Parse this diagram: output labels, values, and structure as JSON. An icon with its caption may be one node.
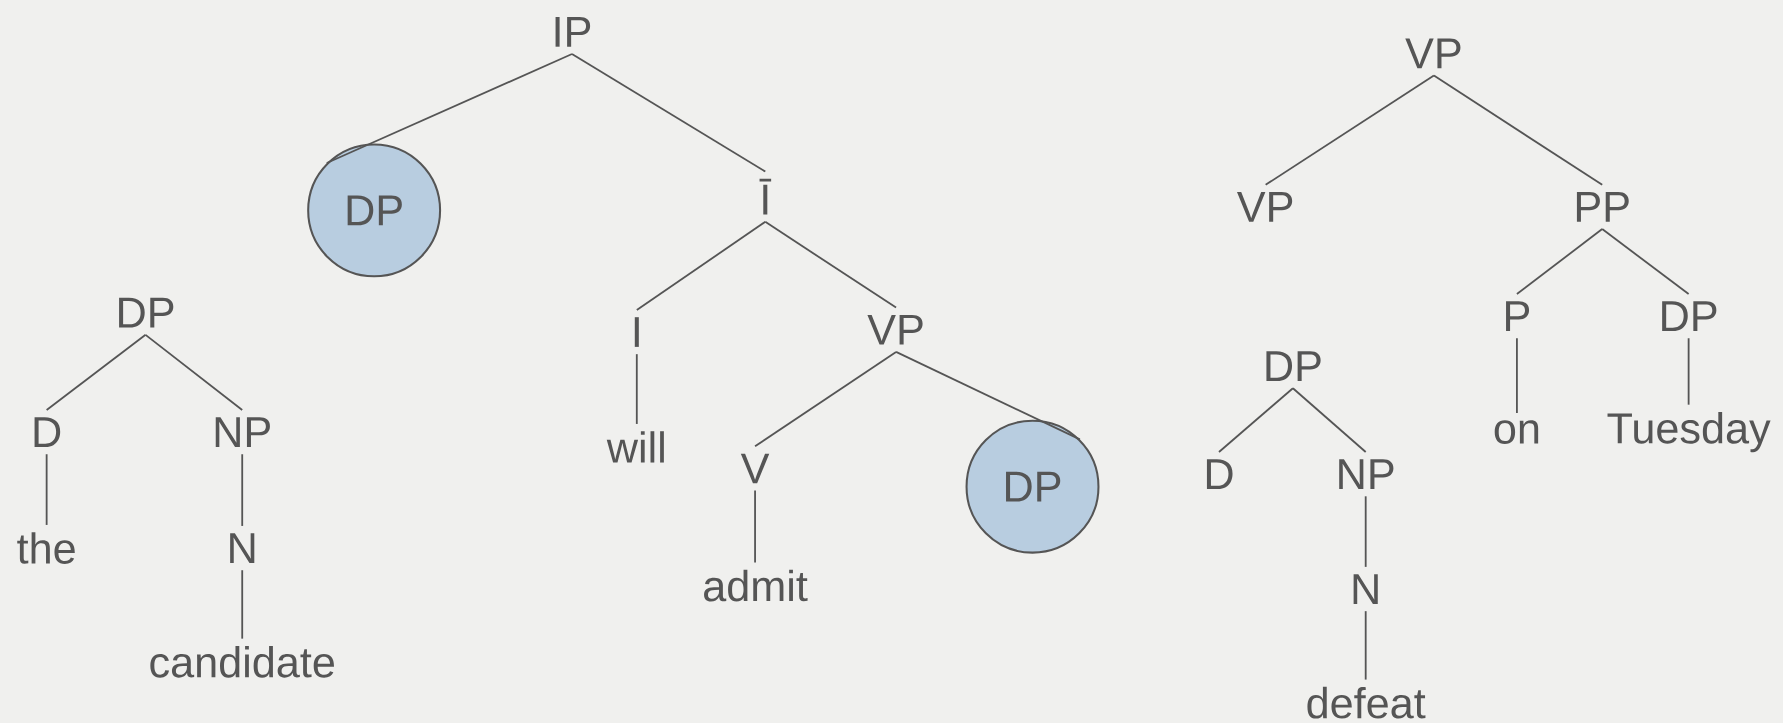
{
  "diagram": {
    "nodes": [
      {
        "text": [
          "IP"
        ]
      },
      {
        "text": [
          "DP"
        ]
      },
      {
        "text": [
          "Ī"
        ]
      },
      {
        "text": [
          "I"
        ]
      },
      {
        "text": [
          "VP"
        ]
      },
      {
        "text": [
          "will"
        ]
      },
      {
        "text": [
          "V"
        ]
      },
      {
        "text": [
          "DP"
        ]
      },
      {
        "text": [
          "admit"
        ]
      },
      {
        "text": [
          "DP"
        ]
      },
      {
        "text": [
          "D"
        ]
      },
      {
        "text": [
          "NP"
        ]
      },
      {
        "text": [
          "the"
        ]
      },
      {
        "text": [
          "N"
        ]
      },
      {
        "text": [
          "candidate"
        ]
      },
      {
        "text": [
          "VP"
        ]
      },
      {
        "text": [
          "VP"
        ]
      },
      {
        "text": [
          "PP"
        ]
      },
      {
        "text": [
          "P"
        ]
      },
      {
        "text": [
          "DP"
        ]
      },
      {
        "text": [
          "on"
        ]
      },
      {
        "text": [
          "Tuesday"
        ]
      },
      {
        "text": [
          "DP"
        ]
      },
      {
        "text": [
          "D"
        ]
      },
      {
        "text": [
          "NP"
        ]
      },
      {
        "text": [
          "N"
        ]
      },
      {
        "text": [
          "defeat"
        ]
      }
    ],
    "edges": [
      {
        "from": 0,
        "to": 1,
        "arrow": "none"
      },
      {
        "from": 0,
        "to": 2,
        "arrow": "none"
      },
      {
        "from": 2,
        "to": 3,
        "arrow": "none"
      },
      {
        "from": 2,
        "to": 4,
        "arrow": "none"
      },
      {
        "from": 3,
        "to": 5,
        "arrow": "none"
      },
      {
        "from": 4,
        "to": 6,
        "arrow": "none"
      },
      {
        "from": 4,
        "to": 7,
        "arrow": "none"
      },
      {
        "from": 6,
        "to": 8,
        "arrow": "none"
      },
      {
        "from": 9,
        "to": 10,
        "arrow": "none"
      },
      {
        "from": 9,
        "to": 11,
        "arrow": "none"
      },
      {
        "from": 10,
        "to": 12,
        "arrow": "none"
      },
      {
        "from": 11,
        "to": 13,
        "arrow": "none"
      },
      {
        "from": 13,
        "to": 14,
        "arrow": "none"
      },
      {
        "from": 15,
        "to": 16,
        "arrow": "none"
      },
      {
        "from": 15,
        "to": 17,
        "arrow": "none"
      },
      {
        "from": 17,
        "to": 18,
        "arrow": "none"
      },
      {
        "from": 17,
        "to": 19,
        "arrow": "none"
      },
      {
        "from": 18,
        "to": 20,
        "arrow": "none"
      },
      {
        "from": 19,
        "to": 21,
        "arrow": "none"
      },
      {
        "from": 22,
        "to": 23,
        "arrow": "none"
      },
      {
        "from": 22,
        "to": 24,
        "arrow": "none"
      },
      {
        "from": 24,
        "to": 25,
        "arrow": "none"
      },
      {
        "from": 25,
        "to": 26,
        "arrow": "none"
      }
    ]
  }
}
